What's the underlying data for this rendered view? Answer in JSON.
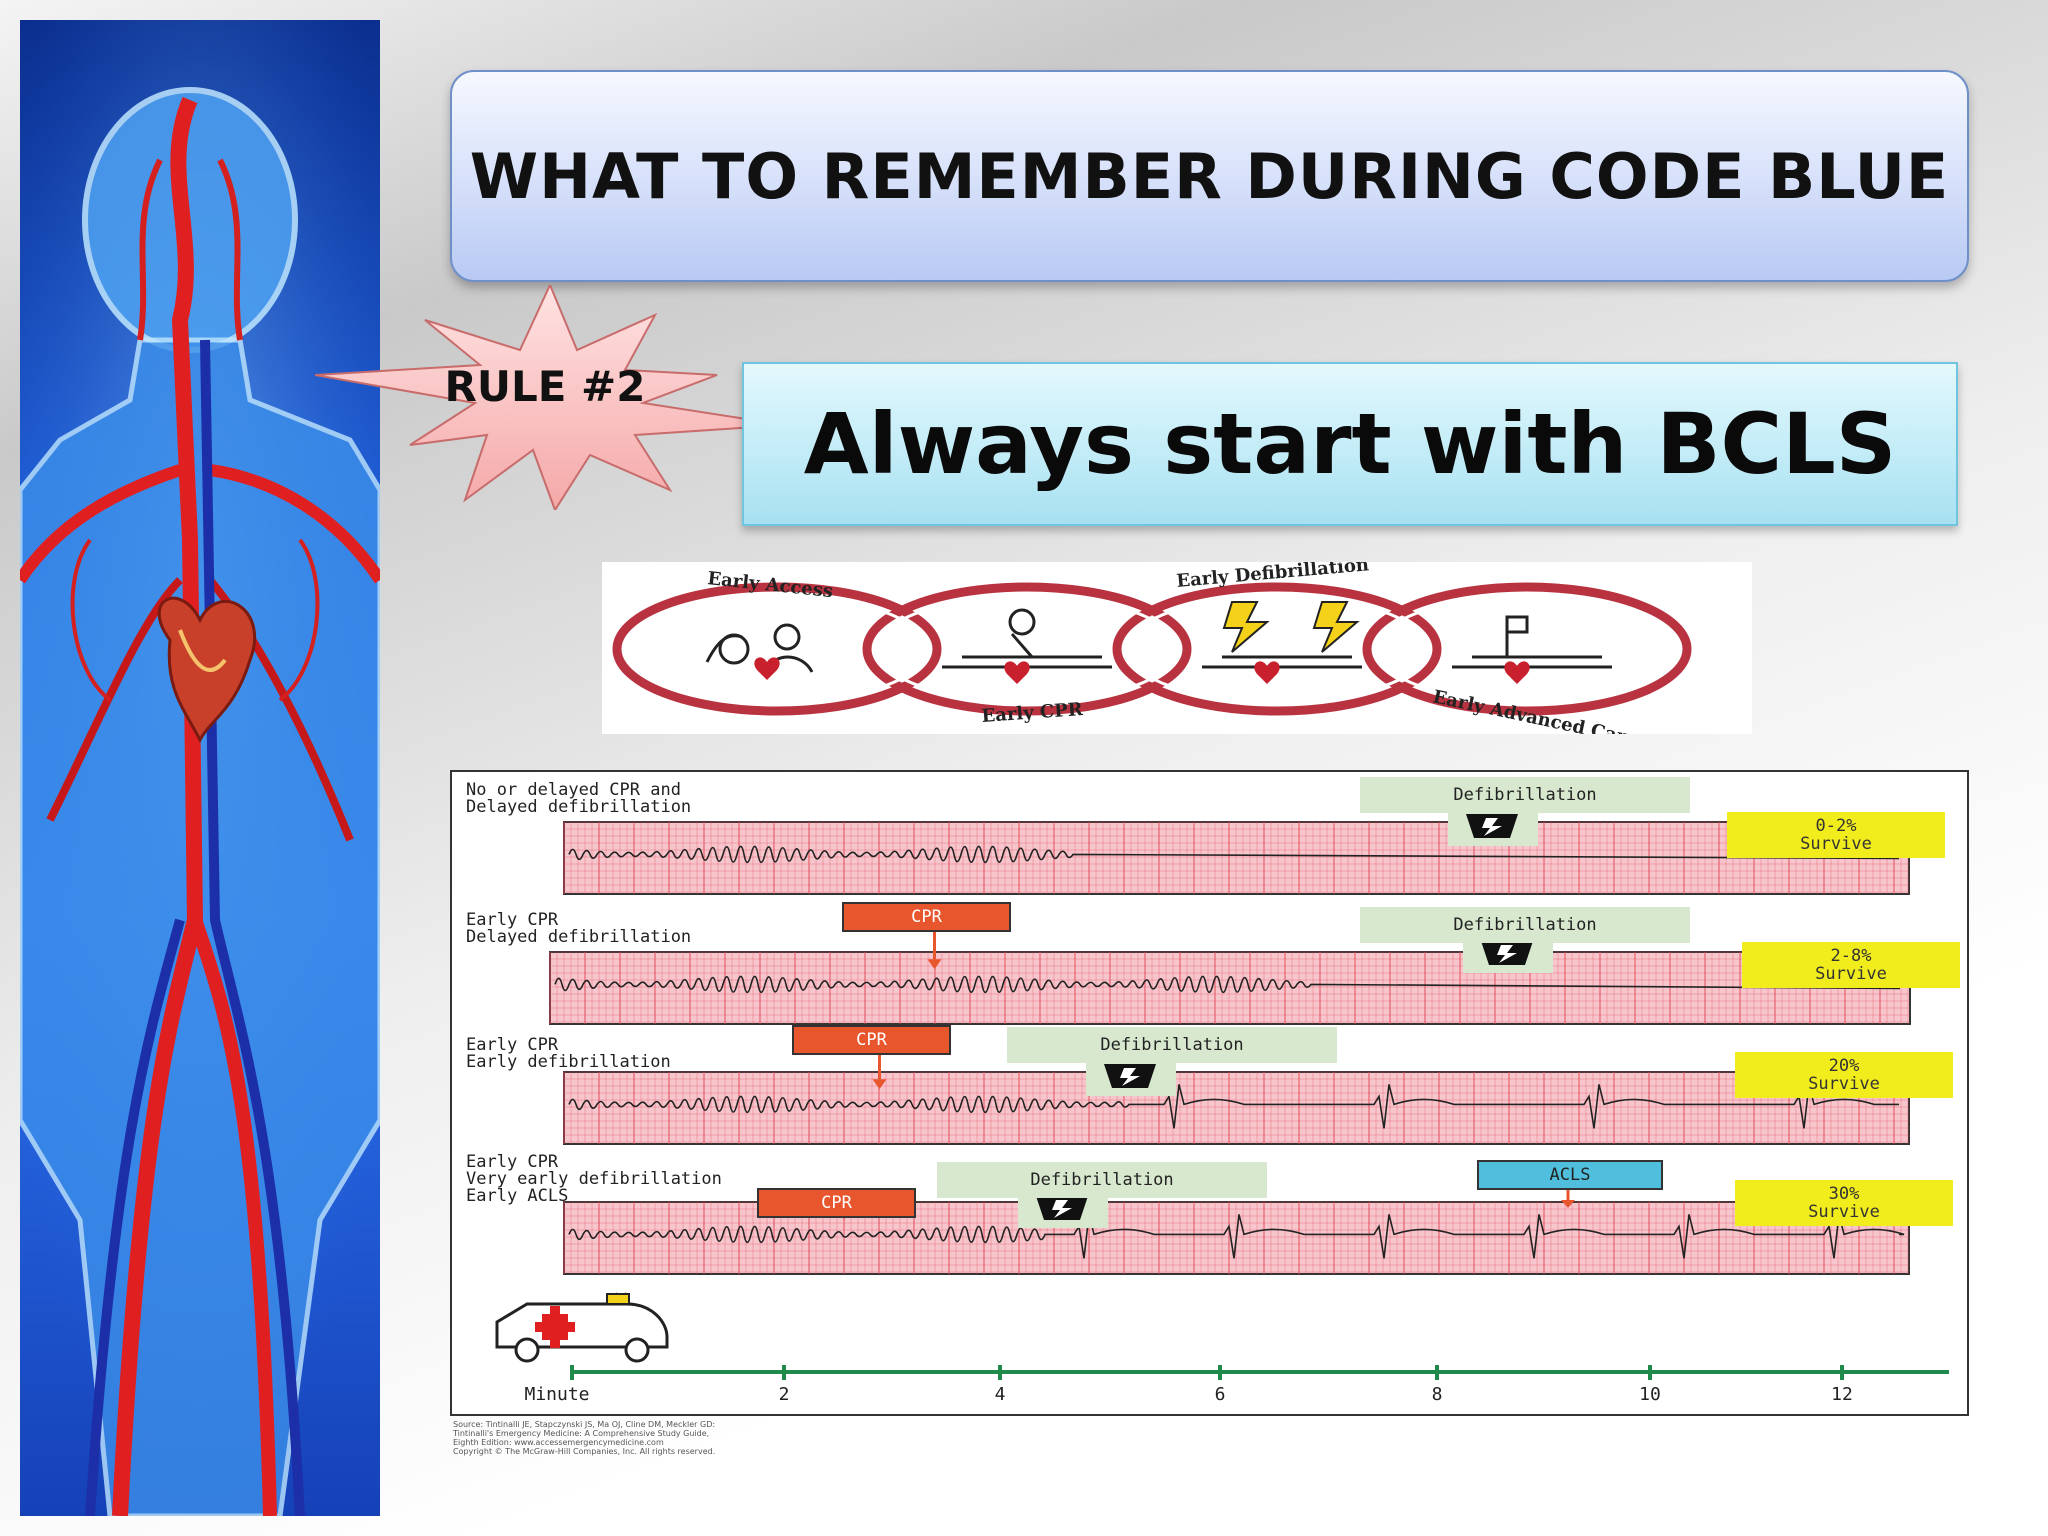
{
  "title": "WHAT TO REMEMBER DURING CODE BLUE",
  "rule_badge": "RULE #2",
  "subtitle": "Always start with BCLS",
  "chain_of_survival": {
    "links": [
      "Early Access",
      "Early CPR",
      "Early Defibrillation",
      "Early Advanced Care"
    ]
  },
  "ecg_chart": {
    "scenarios": [
      {
        "label_lines": [
          "No or delayed CPR and",
          "Delayed defibrillation"
        ],
        "cpr": "",
        "defib": "Defibrillation",
        "acls": "",
        "survive": [
          "0-2%",
          "Survive"
        ]
      },
      {
        "label_lines": [
          "Early CPR",
          "Delayed defibrillation"
        ],
        "cpr": "CPR",
        "defib": "Defibrillation",
        "acls": "",
        "survive": [
          "2-8%",
          "Survive"
        ]
      },
      {
        "label_lines": [
          "Early CPR",
          "Early defibrillation"
        ],
        "cpr": "CPR",
        "defib": "Defibrillation",
        "acls": "",
        "survive": [
          "20%",
          "Survive"
        ]
      },
      {
        "label_lines": [
          "Early CPR",
          "Very early defibrillation",
          "Early ACLS"
        ],
        "cpr": "CPR",
        "defib": "Defibrillation",
        "acls": "ACLS",
        "survive": [
          "30%",
          "Survive"
        ]
      }
    ],
    "x_axis": {
      "label": "Minute",
      "ticks": [
        "2",
        "4",
        "6",
        "8",
        "10",
        "12"
      ]
    },
    "colors": {
      "strip": "#f7c6cc",
      "grid": "#e2485a",
      "trace": "#222222",
      "cpr": "#e8562d",
      "survive": "#f1ec1c",
      "defib": "#d8e8cf",
      "acls": "#4fbfdd",
      "axis": "#1f8a4c"
    },
    "source_lines": [
      "Source: Tintinalli JE, Stapczynski JS, Ma OJ, Cline DM, Meckler GD:",
      "Tintinalli's Emergency Medicine: A Comprehensive Study Guide,",
      "Eighth Edition: www.accessemergencymedicine.com",
      "Copyright © The McGraw-Hill Companies, Inc. All rights reserved."
    ]
  },
  "icons": [
    "human-circulatory-system-illustration",
    "starburst-icon",
    "lightning-bolt-icon",
    "ambulance-icon",
    "heart-icon"
  ]
}
